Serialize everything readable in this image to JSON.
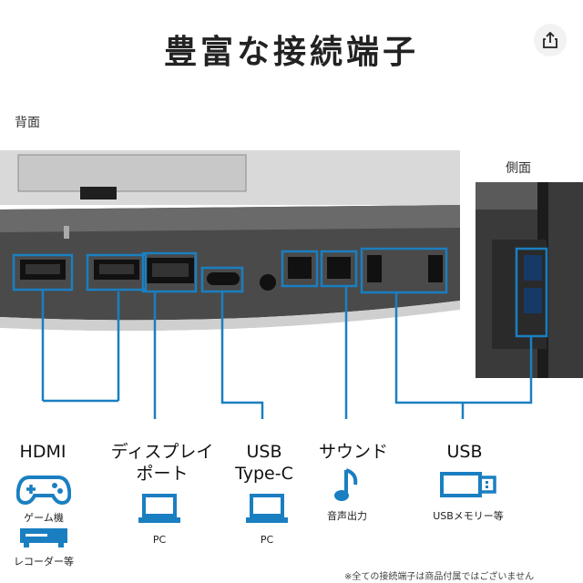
{
  "page": {
    "title": "豊富な接続端子",
    "back_label": "背面",
    "side_label": "側面",
    "note": "※全ての接続端子は商品付属ではございません"
  },
  "ports": [
    {
      "name": "HDMI",
      "items": [
        "ゲーム機",
        "レコーダー等"
      ]
    },
    {
      "name": "ディスプレイ\nポート",
      "items": [
        "PC"
      ]
    },
    {
      "name": "USB\nType-C",
      "items": [
        "PC"
      ]
    },
    {
      "name": "サウンド",
      "items": [
        "音声出力"
      ]
    },
    {
      "name": "USB",
      "items": [
        "USBメモリー等"
      ]
    }
  ],
  "colors": {
    "accent": "#1a7fc1",
    "monitor_dark": "#2e2e2e",
    "monitor_grey": "#b9b9b9"
  },
  "icons": [
    "share-icon",
    "gamepad-icon",
    "recorder-icon",
    "laptop-icon",
    "music-note-icon",
    "usb-stick-icon"
  ]
}
